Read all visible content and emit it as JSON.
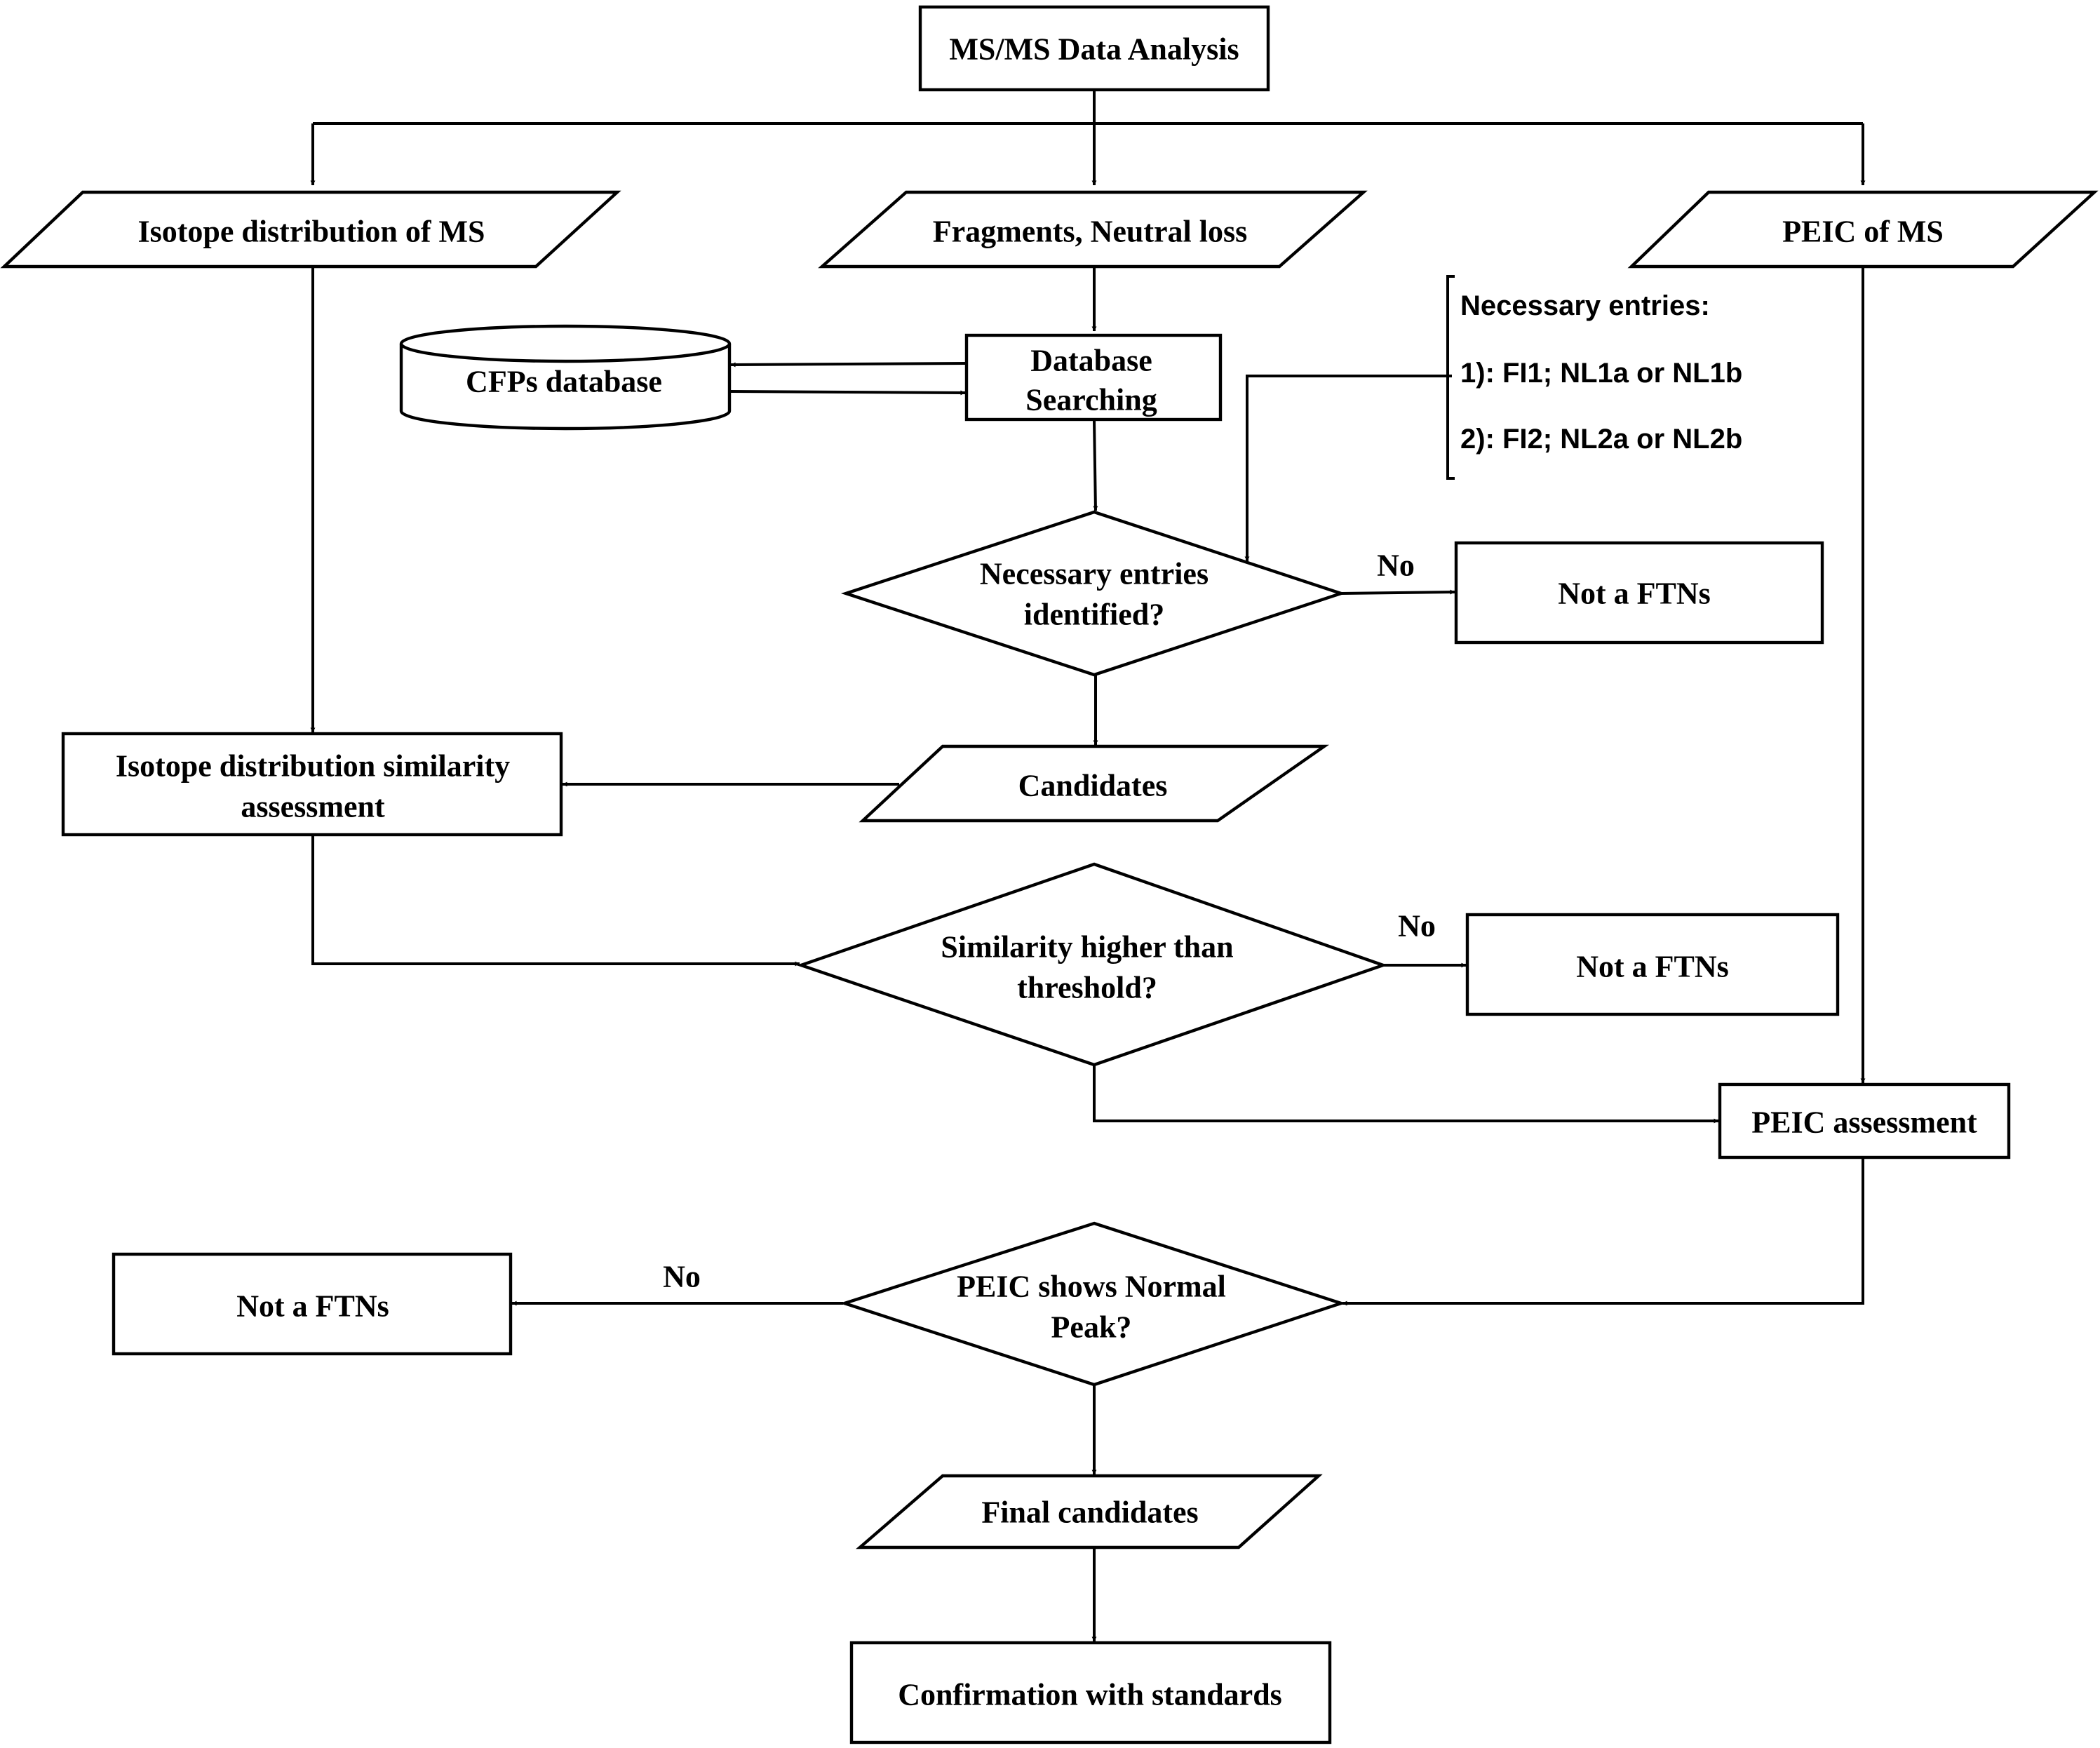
{
  "nodes": {
    "start": "MS/MS Data Analysis",
    "isotope_input": "Isotope distribution of MS",
    "fragments_input": "Fragments, Neutral loss",
    "peic_input": "PEIC of MS",
    "cfps_database": "CFPs database",
    "db_search": [
      "Database",
      "Searching"
    ],
    "decision_entries": [
      "Necessary entries",
      "identified?"
    ],
    "reject_1": "Not a FTNs",
    "candidates": "Candidates",
    "isotope_assessment": [
      "Isotope distribution similarity",
      "assessment"
    ],
    "decision_similarity": [
      "Similarity higher than",
      "threshold?"
    ],
    "reject_2": "Not a FTNs",
    "peic_assessment": "PEIC assessment",
    "decision_peic": [
      "PEIC shows Normal",
      "Peak?"
    ],
    "reject_3": "Not a FTNs",
    "final_candidates": "Final candidates",
    "confirmation": "Confirmation with standards"
  },
  "note": {
    "title": "Necessary entries:",
    "lines": [
      "1): FI1; NL1a or NL1b",
      "2): FI2; NL2a or NL2b"
    ]
  },
  "edge_labels": {
    "no_1": "No",
    "no_2": "No",
    "no_3": "No"
  }
}
